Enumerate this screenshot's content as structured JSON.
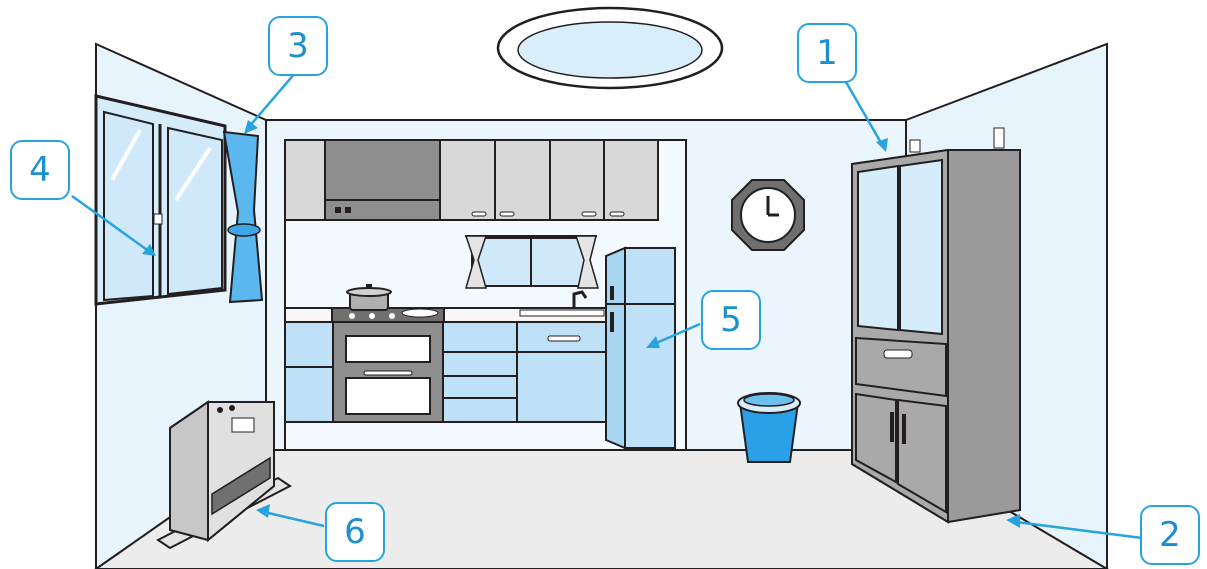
{
  "colors": {
    "accent": "#29a3e0",
    "callout_text": "#1b8fd0",
    "wall": "#e8f4fb",
    "kitchen_wall": "#f0f8fd",
    "floor": "#ececec",
    "cabinet_blue": "#bfe1f7",
    "glass": "#d5ecfa",
    "furniture_gray": "#a9a9a9",
    "curtain": "#5bb8ee",
    "trash_bin": "#2aa0e6",
    "outline": "#231f20"
  },
  "callouts": [
    {
      "id": "1",
      "label": "1"
    },
    {
      "id": "2",
      "label": "2"
    },
    {
      "id": "3",
      "label": "3"
    },
    {
      "id": "4",
      "label": "4"
    },
    {
      "id": "5",
      "label": "5"
    },
    {
      "id": "6",
      "label": "6"
    }
  ],
  "objects": {
    "ceiling_light": "ceiling-light",
    "cupboard": "cupboard",
    "curtain": "curtain",
    "window": "window",
    "refrigerator": "refrigerator",
    "heater": "fan-heater",
    "clock": "wall-clock",
    "trash_can": "trash-can",
    "kitchen": "kitchen"
  }
}
